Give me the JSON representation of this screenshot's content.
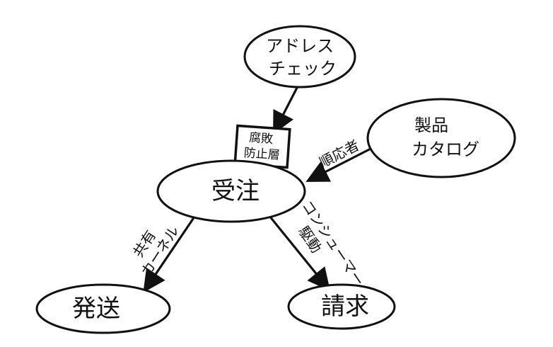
{
  "diagram": {
    "nodes": {
      "address_check": {
        "lines": [
          "アドレス",
          "チェック"
        ]
      },
      "product_catalog": {
        "lines": [
          "製品",
          "カタログ"
        ]
      },
      "ordering": {
        "lines": [
          "受注"
        ]
      },
      "shipping": {
        "lines": [
          "発送"
        ]
      },
      "billing": {
        "lines": [
          "請求"
        ]
      }
    },
    "relations": {
      "address_to_ordering": {
        "label_lines": []
      },
      "catalog_to_ordering": {
        "label_lines": [
          "順応者"
        ]
      },
      "ordering_to_shipping": {
        "label_lines": [
          "共有",
          "カーネル"
        ]
      },
      "ordering_to_billing": {
        "label_lines": [
          "コンシューマー",
          "駆動"
        ]
      }
    },
    "acl": {
      "lines": [
        "腐敗",
        "防止層"
      ]
    },
    "colors": {
      "stroke": "#111111",
      "fill": "#ffffff",
      "background": "#ffffff"
    }
  }
}
